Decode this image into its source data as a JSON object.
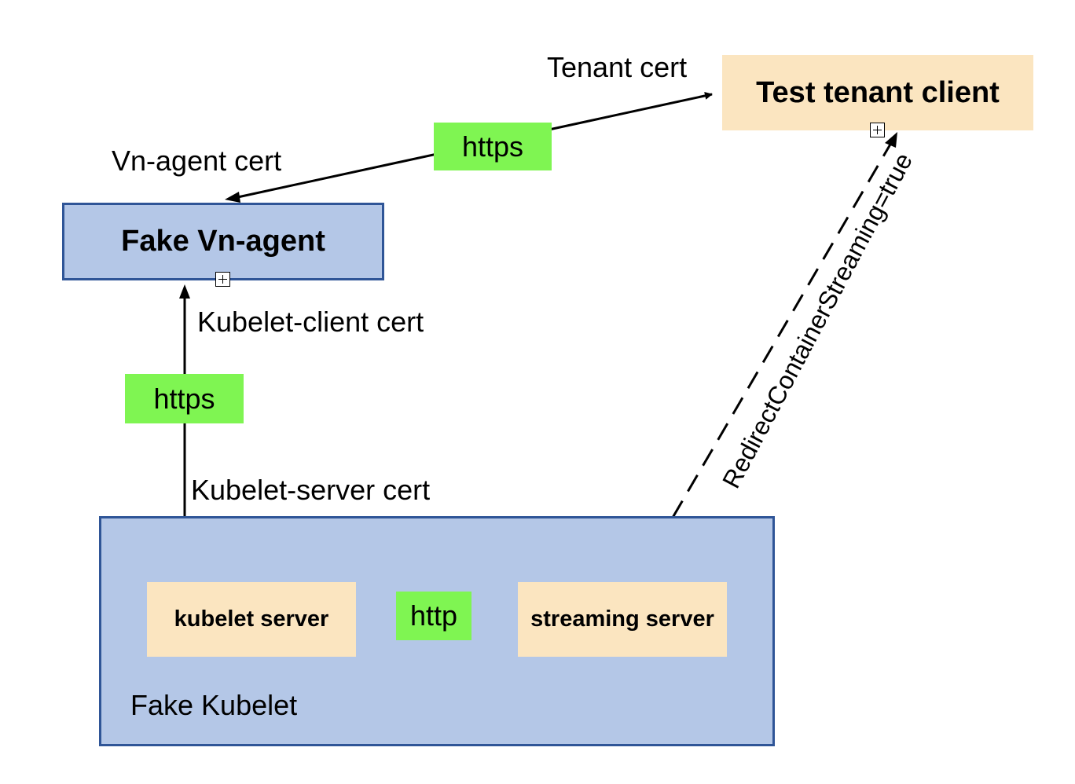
{
  "nodes": {
    "fake_vn_agent": "Fake Vn-agent",
    "test_tenant_client": "Test tenant client",
    "fake_kubelet": "Fake Kubelet",
    "kubelet_server": "kubelet server",
    "streaming_server": "streaming server"
  },
  "protocols": {
    "agent_to_tenant": "https",
    "agent_to_kubelet": "https",
    "kubelet_internal": "http"
  },
  "certs": {
    "tenant": "Tenant cert",
    "vn_agent": "Vn-agent cert",
    "kubelet_client": "Kubelet-client cert",
    "kubelet_server": "Kubelet-server cert"
  },
  "redirect_label": "RedirectContainerStreaming=true",
  "icons": {
    "expand_marker": "expand-icon"
  },
  "colors": {
    "agent_fill": "#b4c7e7",
    "agent_border": "#2f5597",
    "server_fill": "#fbe5c0",
    "protocol_fill": "#7ff552"
  }
}
